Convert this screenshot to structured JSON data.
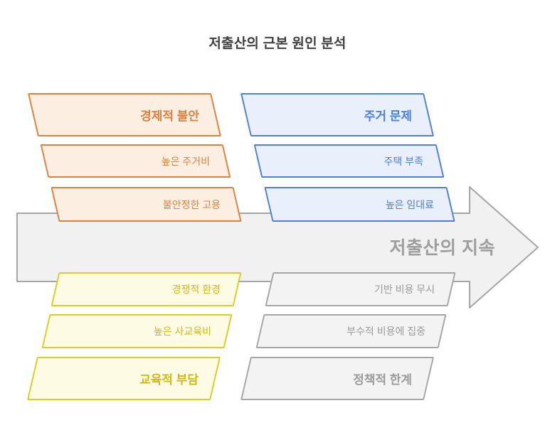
{
  "title": "저출산의 근본 원인 분석",
  "arrow": {
    "label": "저출산의 지속",
    "fill": "#f1f1f1",
    "stroke": "#a5a5a5",
    "label_color": "#9e9e9e"
  },
  "groups": {
    "economic": {
      "header": "경제적 불안",
      "items": [
        "높은 주거비",
        "불안정한 고용"
      ],
      "color": "#dc8140",
      "fill": "#fcefe2"
    },
    "housing": {
      "header": "주거 문제",
      "items": [
        "주택 부족",
        "높은 임대료"
      ],
      "color": "#4d80db",
      "fill": "#e9f0fc"
    },
    "education": {
      "header": "교육적 부담",
      "items": [
        "경쟁적 환경",
        "높은 사교육비"
      ],
      "color": "#d2ba14",
      "fill": "#fdfbe3"
    },
    "policy": {
      "header": "정책적 한계",
      "items": [
        "기반 비용 무시",
        "부수적 비용에 집중"
      ],
      "color": "#9b9b9b",
      "fill": "#f3f3f3"
    }
  }
}
